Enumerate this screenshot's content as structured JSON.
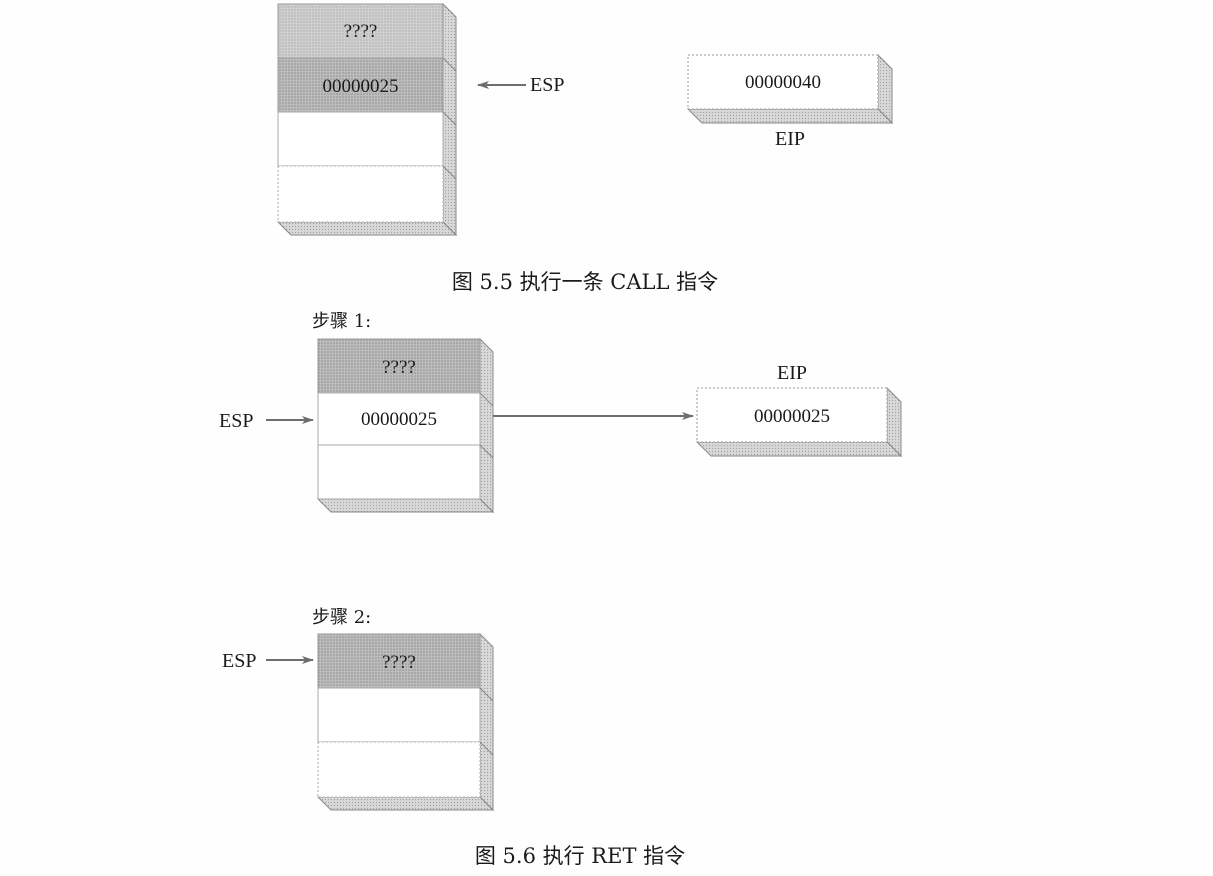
{
  "figure_5_5": {
    "caption": "图 5.5   执行一条 CALL 指令",
    "stack": {
      "cells": [
        "????",
        "00000025",
        "",
        ""
      ]
    },
    "esp_label": "ESP",
    "eip": {
      "value": "00000040",
      "label": "EIP"
    }
  },
  "figure_5_6": {
    "caption": "图 5.6   执行 RET 指令",
    "step1": {
      "title": "步骤 1:",
      "esp_label": "ESP",
      "stack": {
        "cells": [
          "????",
          "00000025",
          "",
          ""
        ]
      },
      "eip": {
        "label": "EIP",
        "value": "00000025"
      }
    },
    "step2": {
      "title": "步骤 2:",
      "esp_label": "ESP",
      "stack": {
        "cells": [
          "????",
          "",
          "",
          ""
        ]
      }
    }
  },
  "colors": {
    "ink": "#1a1a1a",
    "shaded_cell": "#c9c9c9",
    "dark_shaded_cell": "#b3b3b3",
    "arrow": "#6e6e6e"
  }
}
